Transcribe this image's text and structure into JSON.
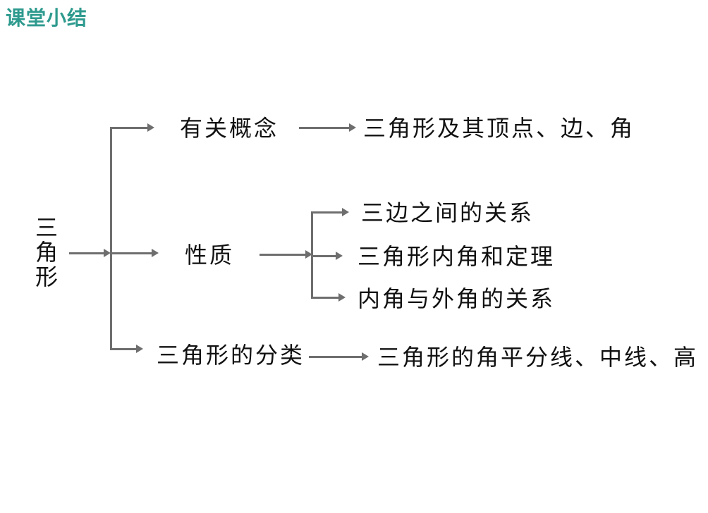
{
  "page": {
    "title": "课堂小结"
  },
  "colors": {
    "title_accent": "#2E9A8E",
    "connector_line": "#6E6E6E",
    "node_text": "#111111",
    "background": "#FFFFFF"
  },
  "diagram": {
    "type": "concept-tree",
    "root": "三角形",
    "branches": [
      {
        "label": "有关概念",
        "leaf": "三角形及其顶点、边、角"
      },
      {
        "label": "性质",
        "children": [
          "三边之间的关系",
          "三角形内角和定理",
          "内角与外角的关系"
        ]
      },
      {
        "label": "三角形的分类",
        "leaf": "三角形的角平分线、中线、高"
      }
    ]
  }
}
